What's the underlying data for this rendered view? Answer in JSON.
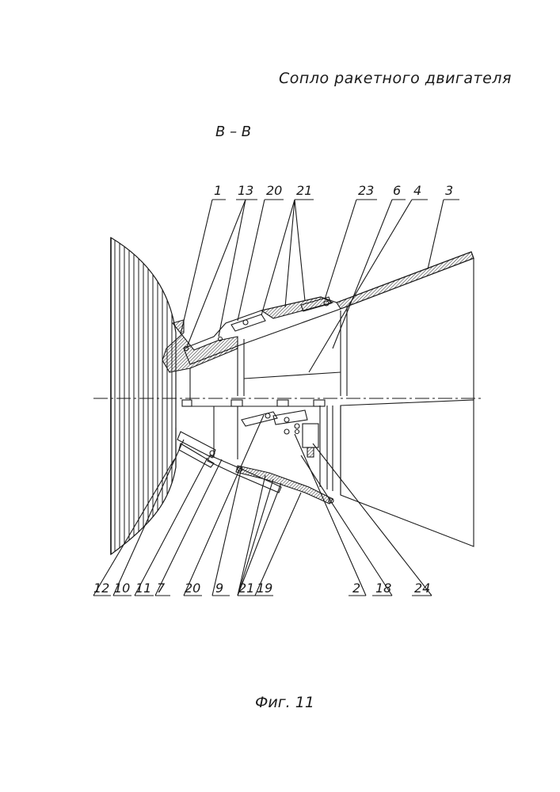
{
  "title": "Сопло ракетного двигателя",
  "section_label": "В – В",
  "caption": "Фиг. 11",
  "top_callouts": [
    "1",
    "13",
    "20",
    "21",
    "23",
    "6",
    "4",
    "3"
  ],
  "bottom_callouts": [
    "12",
    "10",
    "11",
    "7",
    "20",
    "9",
    "21",
    "19",
    "2",
    "18",
    "24"
  ]
}
